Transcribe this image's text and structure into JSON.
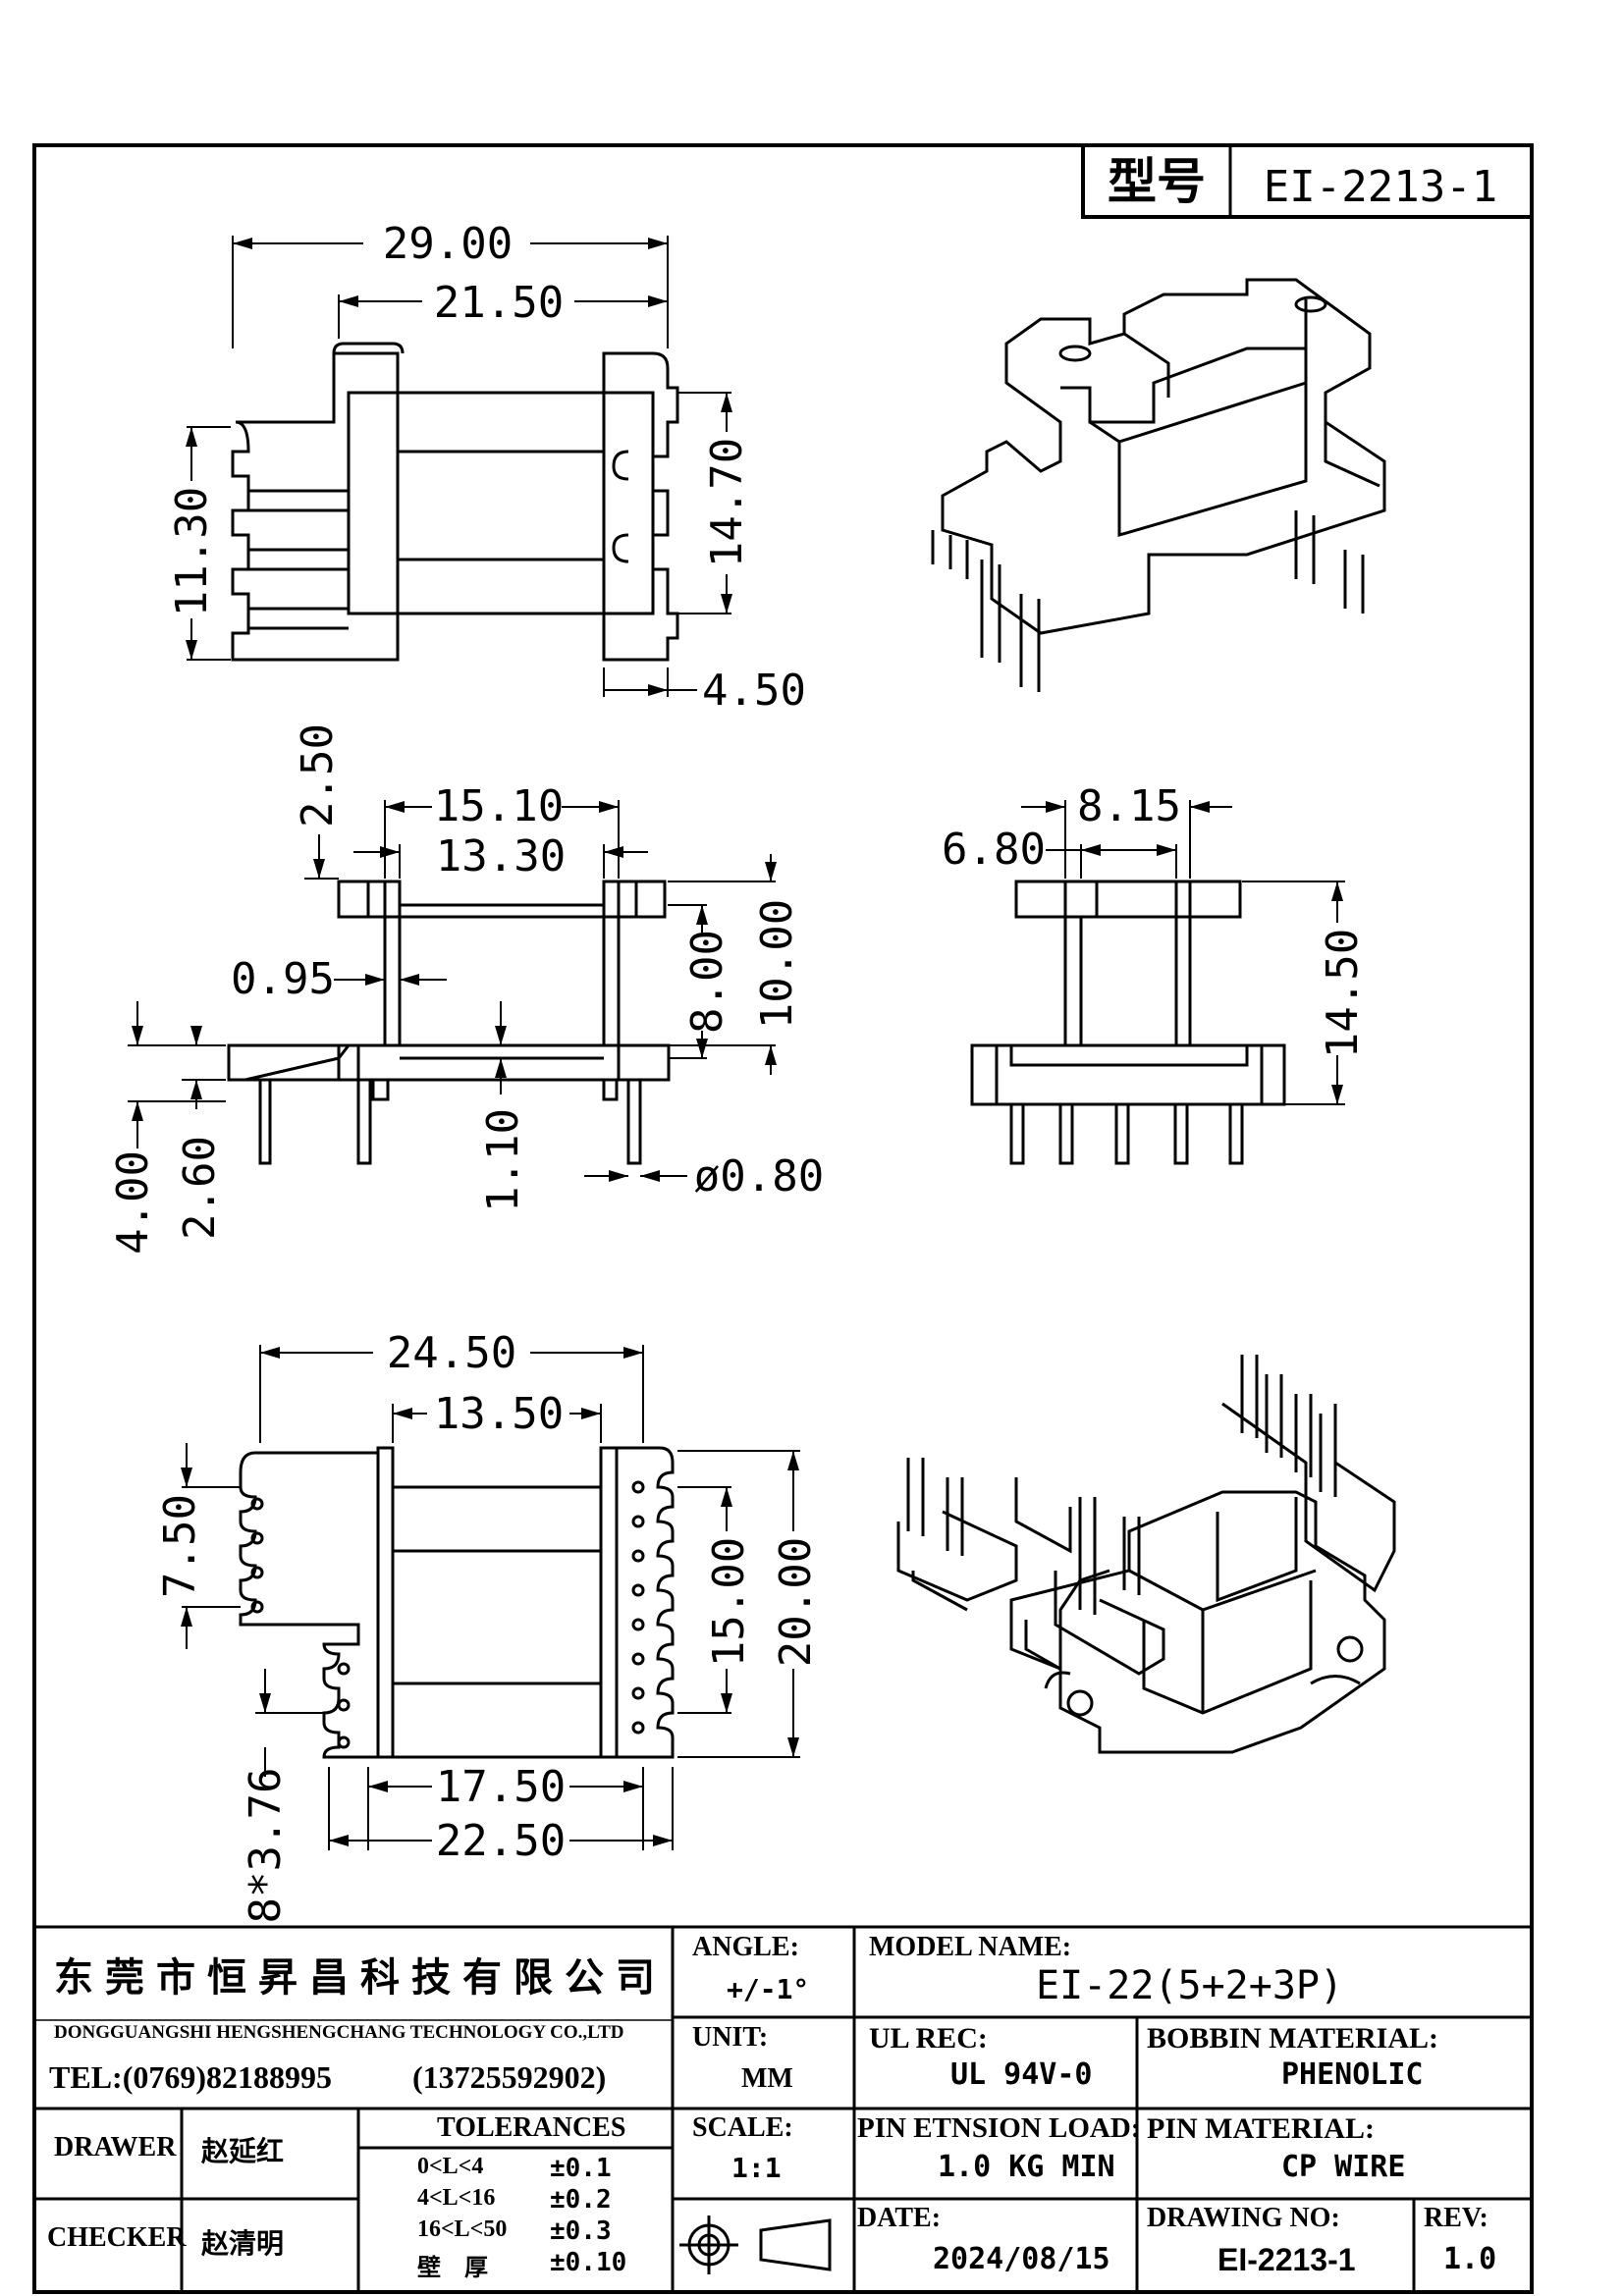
{
  "header": {
    "model_label": "型号",
    "model_value": "EI-2213-1"
  },
  "dimensions": {
    "top_view": {
      "overall_width": "29.00",
      "inner_width": "21.50",
      "left_height": "11.30",
      "right_height": "14.70",
      "flange_thickness": "4.50"
    },
    "front_view": {
      "top_gap": "2.50",
      "outer_span": "15.10",
      "inner_span": "13.30",
      "wall": "0.95",
      "height_inner": "8.00",
      "height_total": "10.00",
      "base_offset": "4.00",
      "pin_step": "2.60",
      "pin_offset": "1.10",
      "pin_diameter": "ø0.80"
    },
    "side_view": {
      "window": "8.15",
      "core": "6.80",
      "height": "14.50"
    },
    "bottom_view": {
      "overall": "24.50",
      "inner": "13.50",
      "left_segment": "7.50",
      "slot_span": "15.00",
      "total_height": "20.00",
      "pin_pitch": "8*3.76",
      "span_a": "17.50",
      "span_b": "22.50"
    }
  },
  "title_block": {
    "company_cn": "东莞市恒昇昌科技有限公司",
    "company_en": "DONGGUANGSHI HENGSHENGCHANG TECHNOLOGY CO.,LTD",
    "tel": "TEL:(0769)82188995",
    "mobile": "(13725592902)",
    "drawer_label": "DRAWER",
    "drawer_name": "赵延红",
    "checker_label": "CHECKER",
    "checker_name": "赵清明",
    "tolerances_label": "TOLERANCES",
    "tolerances": [
      {
        "range": "0<L<4",
        "value": "±0.1"
      },
      {
        "range": "4<L<16",
        "value": "±0.2"
      },
      {
        "range": "16<L<50",
        "value": "±0.3"
      },
      {
        "range": "壁　厚",
        "value": "±0.10"
      }
    ],
    "angle_label": "ANGLE:",
    "angle_value": "+/-1°",
    "unit_label": "UNIT:",
    "unit_value": "MM",
    "scale_label": "SCALE:",
    "scale_value": "1:1",
    "model_name_label": "MODEL NAME:",
    "model_name_value": "EI-22(5+2+3P)",
    "ul_label": "UL REC:",
    "ul_value": "UL 94V-0",
    "bobbin_label": "BOBBIN MATERIAL:",
    "bobbin_value": "PHENOLIC",
    "pin_load_label": "PIN ETNSION LOAD:",
    "pin_load_value": "1.0 KG MIN",
    "pin_material_label": "PIN MATERIAL:",
    "pin_material_value": "CP WIRE",
    "date_label": "DATE:",
    "date_value": "2024/08/15",
    "drawing_no_label": "DRAWING NO:",
    "drawing_no_value": "EI-2213-1",
    "rev_label": "REV:",
    "rev_value": "1.0"
  }
}
